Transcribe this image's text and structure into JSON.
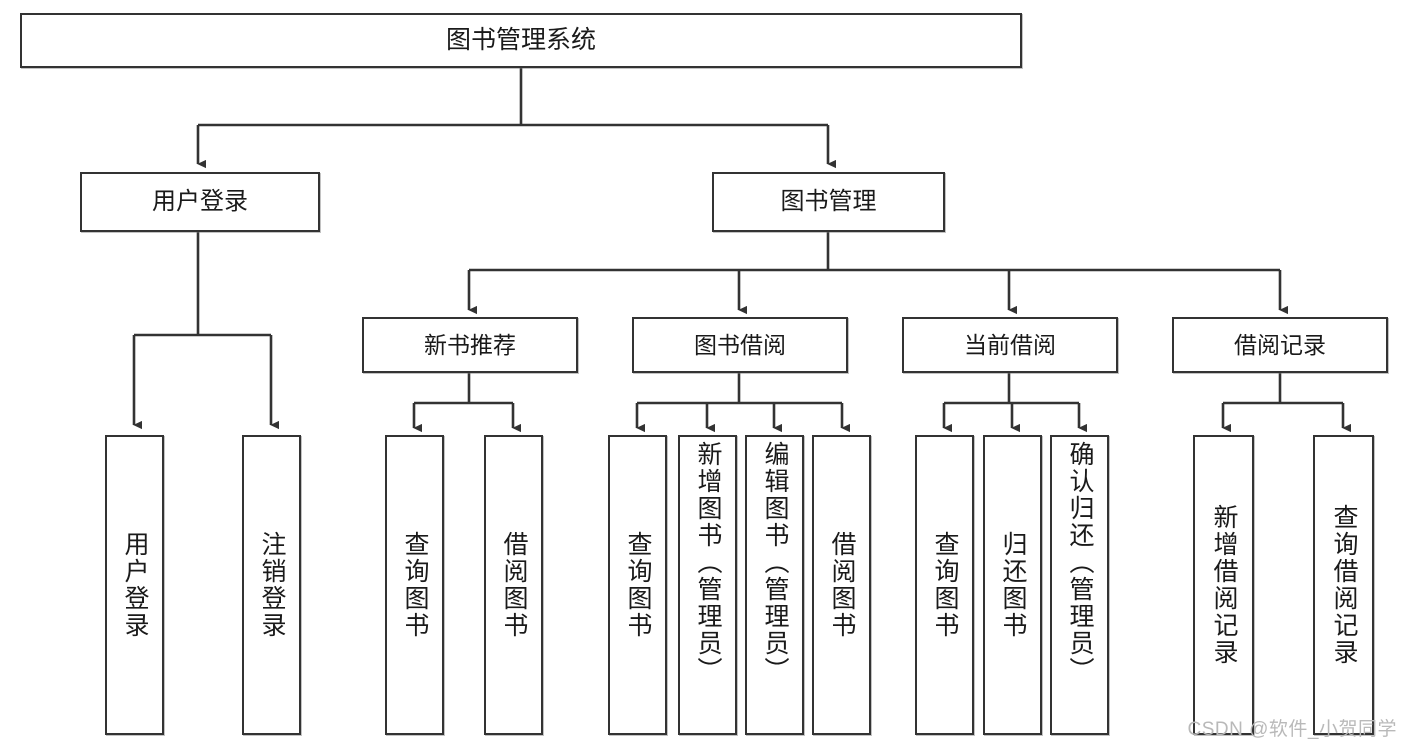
{
  "diagram": {
    "type": "hierarchy-tree",
    "title": "图书管理系统",
    "watermark": "CSDN @软件_小贺同学",
    "colors": {
      "stroke": "#333333",
      "background": "#ffffff",
      "text": "#1a1a1a",
      "watermark": "#b9b9b9"
    },
    "nodes": {
      "root": {
        "label": "图书管理系统"
      },
      "level2": [
        {
          "id": "user-login",
          "label": "用户登录"
        },
        {
          "id": "book-management",
          "label": "图书管理"
        }
      ],
      "level3": [
        {
          "id": "new-book-recommend",
          "label": "新书推荐"
        },
        {
          "id": "book-borrow",
          "label": "图书借阅"
        },
        {
          "id": "current-borrow",
          "label": "当前借阅"
        },
        {
          "id": "borrow-record",
          "label": "借阅记录"
        }
      ],
      "leaves": {
        "user_login": [
          {
            "id": "leaf-user-login",
            "label": "用户登录"
          },
          {
            "id": "leaf-logout-login",
            "label": "注销登录"
          }
        ],
        "new_book_recommend": [
          {
            "id": "leaf-query-book-1",
            "label": "查询图书"
          },
          {
            "id": "leaf-borrow-book-1",
            "label": "借阅图书"
          }
        ],
        "book_borrow": [
          {
            "id": "leaf-query-book-2",
            "label": "查询图书"
          },
          {
            "id": "leaf-add-book",
            "label": "新增图书（管理员）"
          },
          {
            "id": "leaf-edit-book",
            "label": "编辑图书（管理员）"
          },
          {
            "id": "leaf-borrow-book-2",
            "label": "借阅图书"
          }
        ],
        "current_borrow": [
          {
            "id": "leaf-query-book-3",
            "label": "查询图书"
          },
          {
            "id": "leaf-return-book",
            "label": "归还图书"
          },
          {
            "id": "leaf-confirm-return",
            "label": "确认归还（管理员）"
          }
        ],
        "borrow_record": [
          {
            "id": "leaf-add-record",
            "label": "新增借阅记录"
          },
          {
            "id": "leaf-query-record",
            "label": "查询借阅记录"
          }
        ]
      }
    }
  }
}
